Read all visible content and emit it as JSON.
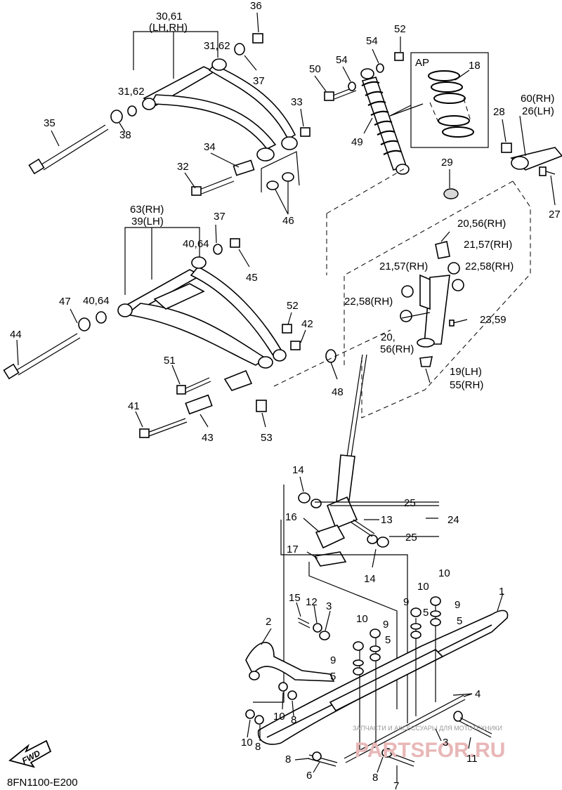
{
  "diagram_code": "8FN1100-E200",
  "fwd_label": "FWD",
  "inset_label": "AP",
  "watermark": {
    "line1": "ЗАПЧАСТИ И АКСЕССУАРЫ ДЛЯ МОТОТЕХНИКИ",
    "line2": "PARTSFOR.RU"
  },
  "labels": {
    "l36": "36",
    "l30_61": "30,61",
    "l_lhrh": "(LH,RH)",
    "l31_62a": "31,62",
    "l37a": "37",
    "l31_62b": "31,62",
    "l35": "35",
    "l38": "38",
    "l33": "33",
    "l34": "34",
    "l32": "32",
    "l46": "46",
    "l50": "50",
    "l54a": "54",
    "l54b": "54",
    "l52a": "52",
    "l18": "18",
    "l49": "49",
    "l60rh": "60(RH)",
    "l26lh": "26(LH)",
    "l28": "28",
    "l27": "27",
    "l29": "29",
    "l63rh": "63(RH)",
    "l39lh": "39(LH)",
    "l37b": "37",
    "l40_64a": "40,64",
    "l45": "45",
    "l47": "47",
    "l40_64b": "40,64",
    "l44": "44",
    "l52b": "52",
    "l42": "42",
    "l51": "51",
    "l41": "41",
    "l43": "43",
    "l53": "53",
    "l48": "48",
    "l20_56rh": "20,56(RH)",
    "l21_57rha": "21,57(RH)",
    "l21_57rhb": "21,57(RH)",
    "l22_58rha": "22,58(RH)",
    "l22_58rhb": "22,58(RH)",
    "l23_59": "23,59",
    "l20": "20,",
    "l56rh": "56(RH)",
    "l19lh": "19(LH)",
    "l55rh": "55(RH)",
    "l14a": "14",
    "l25a": "25",
    "l16": "16",
    "l13": "13",
    "l24": "24",
    "l25b": "25",
    "l17": "17",
    "l14b": "14",
    "l15": "15",
    "l12": "12",
    "l3a": "3",
    "l2": "2",
    "l10a": "10",
    "l9a": "9",
    "l5a": "5",
    "l9b": "9",
    "l5b": "5",
    "l10b": "10",
    "l10c": "10",
    "l9c": "9",
    "l5c": "5",
    "l9d": "9",
    "l5d": "5",
    "l1": "1",
    "l10d": "10",
    "l8a": "8",
    "l10e": "10",
    "l8b": "8",
    "l4": "4",
    "l3b": "3",
    "l11": "11",
    "l8c": "8",
    "l6": "6",
    "l8d": "8",
    "l7": "7"
  }
}
